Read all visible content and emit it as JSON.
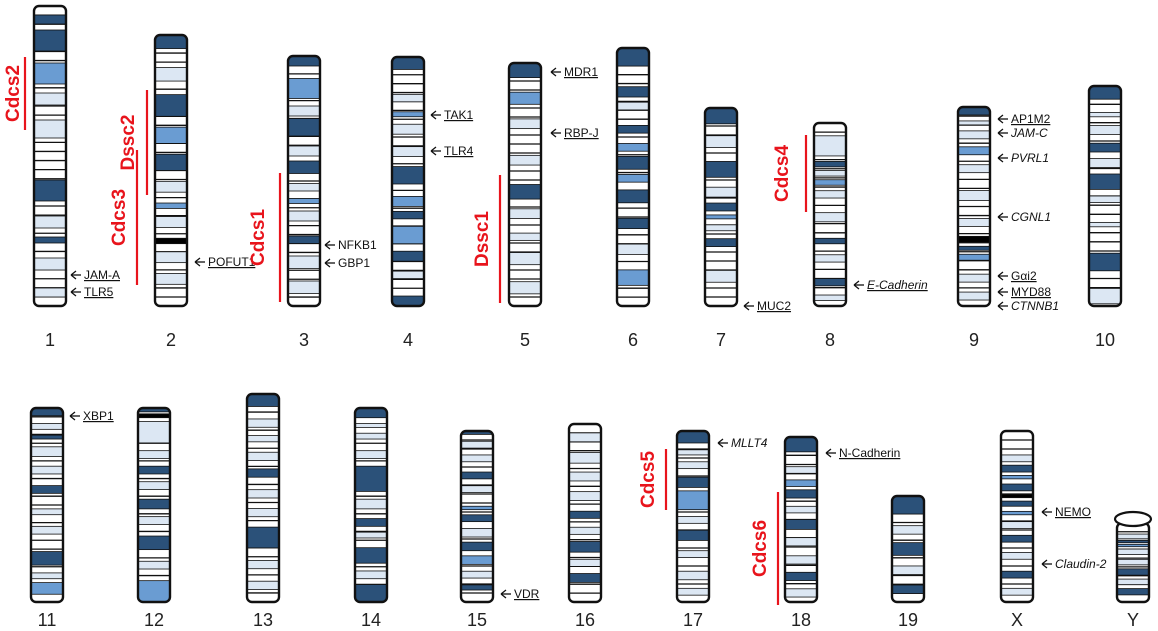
{
  "colors": {
    "dark_band": "#2b5179",
    "medium_band": "#6a9cd2",
    "light_band": "#dce7f3",
    "black_band": "#000000",
    "white": "#ffffff",
    "outline": "#111111",
    "locus": "#e8141c"
  },
  "chromosomes": [
    {
      "label": "1"
    },
    {
      "label": "2"
    },
    {
      "label": "3"
    },
    {
      "label": "4"
    },
    {
      "label": "5"
    },
    {
      "label": "6"
    },
    {
      "label": "7"
    },
    {
      "label": "8"
    },
    {
      "label": "9"
    },
    {
      "label": "10"
    },
    {
      "label": "11"
    },
    {
      "label": "12"
    },
    {
      "label": "13"
    },
    {
      "label": "14"
    },
    {
      "label": "15"
    },
    {
      "label": "16"
    },
    {
      "label": "17"
    },
    {
      "label": "18"
    },
    {
      "label": "19"
    },
    {
      "label": "X"
    },
    {
      "label": "Y"
    }
  ],
  "genes": [
    {
      "name": "JAM-A",
      "italic": false,
      "underline": true
    },
    {
      "name": "TLR5",
      "italic": false,
      "underline": true
    },
    {
      "name": "POFUT1",
      "italic": false,
      "underline": true
    },
    {
      "name": "NFKB1",
      "italic": false,
      "underline": false
    },
    {
      "name": "GBP1",
      "italic": false,
      "underline": false
    },
    {
      "name": "TAK1",
      "italic": false,
      "underline": true
    },
    {
      "name": "TLR4",
      "italic": false,
      "underline": true
    },
    {
      "name": "MDR1",
      "italic": false,
      "underline": true
    },
    {
      "name": "RBP-J",
      "italic": false,
      "underline": true
    },
    {
      "name": "MUC2",
      "italic": false,
      "underline": true
    },
    {
      "name": "E-Cadherin",
      "italic": true,
      "underline": true
    },
    {
      "name": "AP1M2",
      "italic": false,
      "underline": true
    },
    {
      "name": "JAM-C",
      "italic": true,
      "underline": false
    },
    {
      "name": "PVRL1",
      "italic": true,
      "underline": false
    },
    {
      "name": "CGNL1",
      "italic": true,
      "underline": false
    },
    {
      "name": "Gαi2",
      "italic": false,
      "underline": true
    },
    {
      "name": "MYD88",
      "italic": false,
      "underline": true
    },
    {
      "name": "CTNNB1",
      "italic": true,
      "underline": false
    },
    {
      "name": "XBP1",
      "italic": false,
      "underline": true
    },
    {
      "name": "VDR",
      "italic": false,
      "underline": true
    },
    {
      "name": "MLLT4",
      "italic": true,
      "underline": false
    },
    {
      "name": "N-Cadherin",
      "italic": false,
      "underline": true
    },
    {
      "name": "NEMO",
      "italic": false,
      "underline": true
    },
    {
      "name": "Claudin-2",
      "italic": true,
      "underline": false
    }
  ],
  "loci": [
    {
      "name": "Cdcs2"
    },
    {
      "name": "Dssc2"
    },
    {
      "name": "Cdcs3"
    },
    {
      "name": "Cdcs1"
    },
    {
      "name": "Dssc1"
    },
    {
      "name": "Cdcs4"
    },
    {
      "name": "Cdcs5"
    },
    {
      "name": "Cdcs6"
    }
  ]
}
